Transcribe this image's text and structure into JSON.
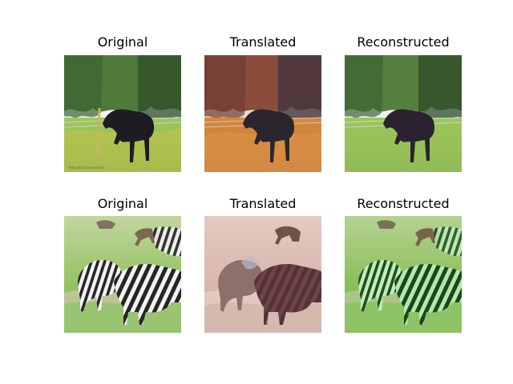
{
  "rows": [
    {
      "titles": [
        "Original",
        "Translated",
        "Reconstructed"
      ],
      "subject": "horse",
      "caption": "www.flickr.com/photos"
    },
    {
      "titles": [
        "Original",
        "Translated",
        "Reconstructed"
      ],
      "subject": "zebras"
    }
  ],
  "palette": {
    "sky": "#e8eef2",
    "tree_green": "#4f7a3a",
    "tree_dark": "#2f4d26",
    "field_yellow": "#c9c24a",
    "field_green": "#8fbf58",
    "autumn_red": "#8a4a3a",
    "autumn_orange": "#d88a3a",
    "horse": "#1e1b22",
    "zebra_black": "#1a1a1a",
    "zebra_white": "#f2f2f2",
    "dirt": "#d7c7b7",
    "pink_dirt": "#d7b4aa",
    "green_tint": "#47c24c"
  }
}
